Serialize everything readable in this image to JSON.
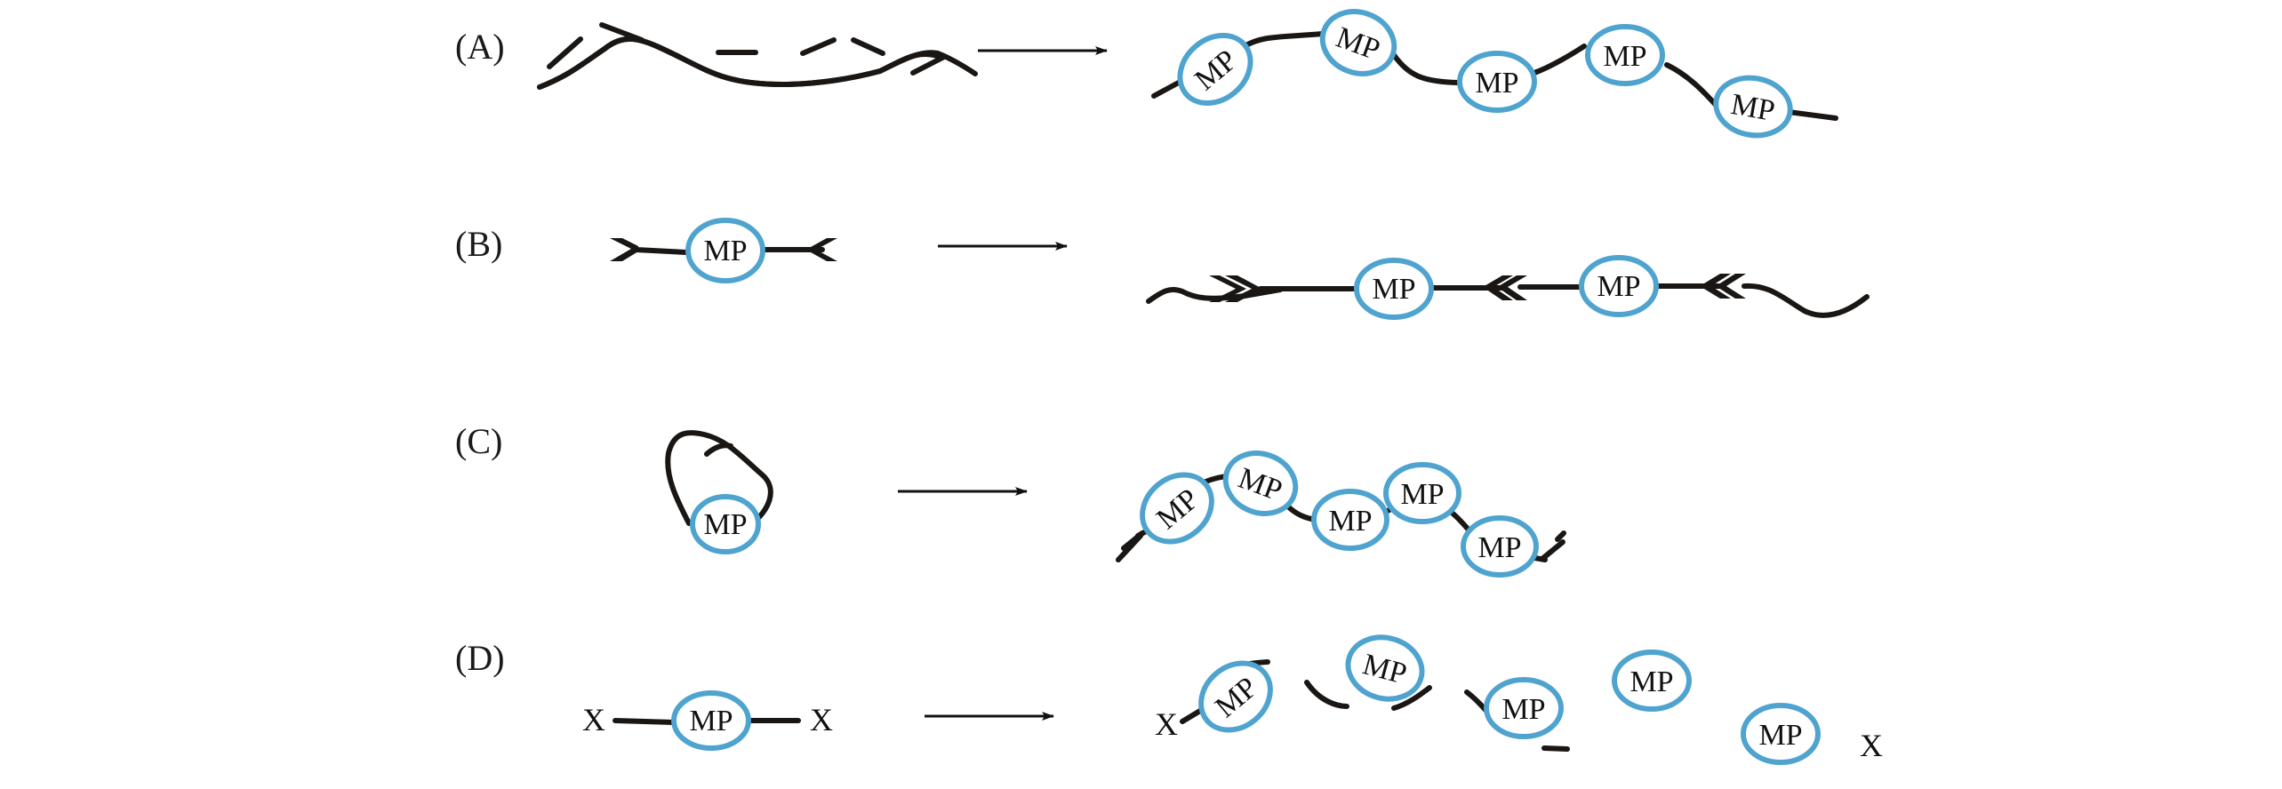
{
  "figure": {
    "colors": {
      "unit_ring": "#4FA3CF",
      "strand": "#1a1614",
      "text": "#111111"
    },
    "unit_label": "MP",
    "end_group_label": "X",
    "panels": [
      {
        "id": "A",
        "label": "(A)",
        "monomer": "linear strand with complementary segments",
        "product_units": 5,
        "product_ends": "plain"
      },
      {
        "id": "B",
        "label": "(B)",
        "monomer": "MP with reactive chevron ends",
        "product_units": 2,
        "product_ends": "chevron linkages"
      },
      {
        "id": "C",
        "label": "(C)",
        "monomer": "cyclic MP (ring-opening)",
        "product_units": 5,
        "product_ends": "double-bond ends"
      },
      {
        "id": "D",
        "label": "(D)",
        "monomer": "X-MP-X",
        "product_units": 5,
        "product_ends": "X"
      }
    ]
  }
}
